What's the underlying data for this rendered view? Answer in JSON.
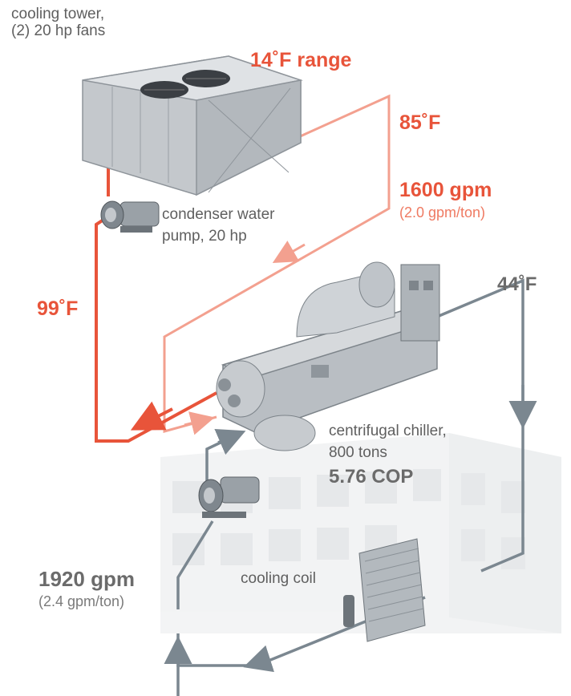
{
  "labels": {
    "cooling_tower_line1": "cooling tower,",
    "cooling_tower_line2": "(2) 20 hp fans",
    "range": "14˚F range",
    "temp_85": "85˚F",
    "condenser_flow": "1600 gpm",
    "condenser_flow_rate": "(2.0 gpm/ton)",
    "pump_line1": "condenser water",
    "pump_line2": "pump, 20 hp",
    "temp_99": "99˚F",
    "temp_44": "44˚F",
    "chiller_line1": "centrifugal chiller,",
    "chiller_line2": "800 tons",
    "chiller_cop": "5.76 COP",
    "chilled_flow": "1920 gpm",
    "chilled_flow_rate": "(2.4 gpm/ton)",
    "cooling_coil": "cooling coil"
  },
  "colors": {
    "hot_water": "#e8543a",
    "warm_water": "#f3a08f",
    "chilled_water": "#7b8790",
    "equipment": "#c8cbcf",
    "equipment_dark": "#9aa0a6",
    "building": "#eceeef"
  }
}
